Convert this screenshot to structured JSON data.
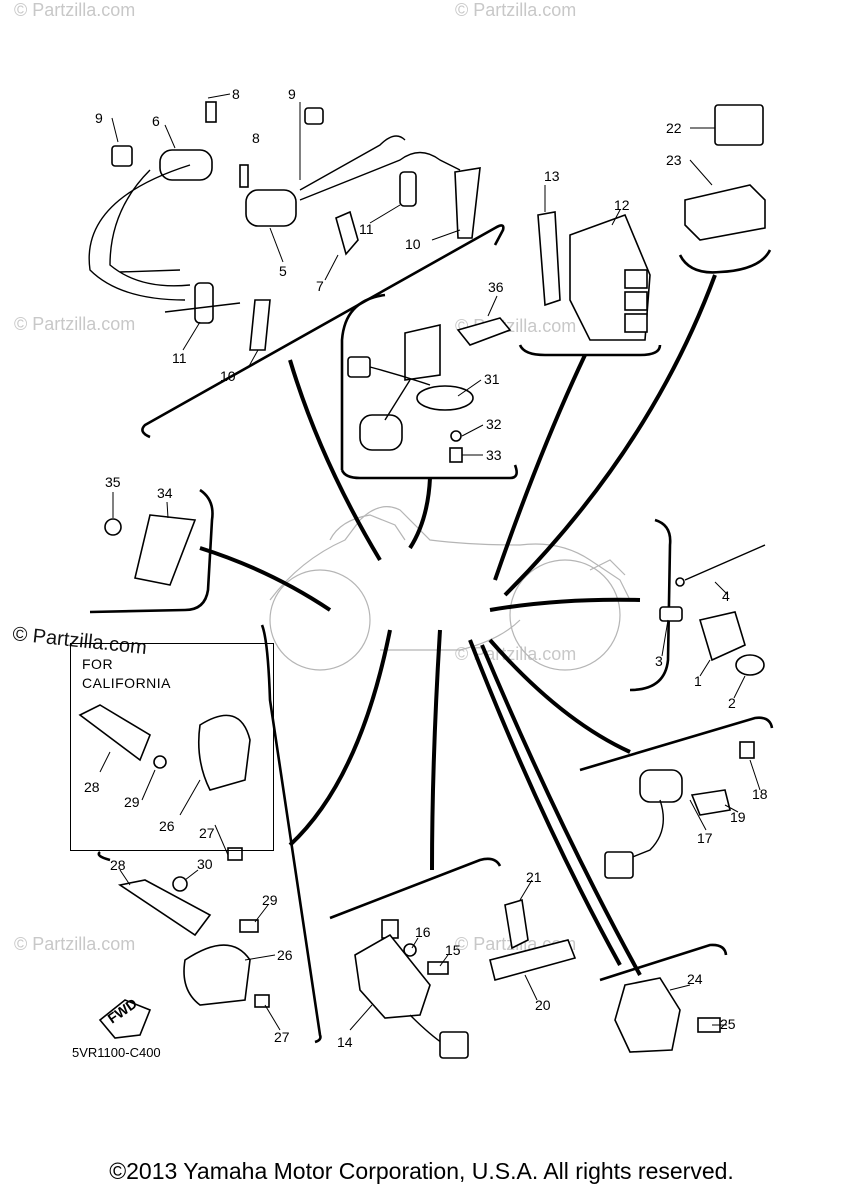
{
  "watermark": {
    "text": "© Partzilla.com",
    "strong_text": "© Partzilla.com"
  },
  "california_box": {
    "line1": "FOR",
    "line2": "CALIFORNIA"
  },
  "diagram_code": "5VR1100-C400",
  "fwd_label": "FWD",
  "copyright": "©2013 Yamaha Motor Corporation, U.S.A. All rights reserved.",
  "callouts": [
    "1",
    "2",
    "3",
    "4",
    "5",
    "6",
    "7",
    "8",
    "9",
    "10",
    "11",
    "12",
    "13",
    "14",
    "15",
    "16",
    "17",
    "18",
    "19",
    "20",
    "21",
    "22",
    "23",
    "24",
    "25",
    "26",
    "27",
    "28",
    "29",
    "30",
    "31",
    "32",
    "33",
    "34",
    "35",
    "36"
  ],
  "labels": {
    "c9a": "9",
    "c6": "6",
    "c8a": "8",
    "c9b": "9",
    "c8b": "8",
    "c5": "5",
    "c7": "7",
    "c11a": "11",
    "c10a": "10",
    "c11b": "11",
    "c10b": "10",
    "c13": "13",
    "c12": "12",
    "c22": "22",
    "c23": "23",
    "c36": "36",
    "c31": "31",
    "c32": "32",
    "c33": "33",
    "c35": "35",
    "c34": "34",
    "c4": "4",
    "c3": "3",
    "c1": "1",
    "c2": "2",
    "c28a": "28",
    "c29a": "29",
    "c26a": "26",
    "c27a": "27",
    "c18": "18",
    "c19": "19",
    "c17": "17",
    "c28b": "28",
    "c30": "30",
    "c29b": "29",
    "c26b": "26",
    "c27b": "27",
    "c21": "21",
    "c16": "16",
    "c15": "15",
    "c20": "20",
    "c14": "14",
    "c24": "24",
    "c25": "25"
  }
}
